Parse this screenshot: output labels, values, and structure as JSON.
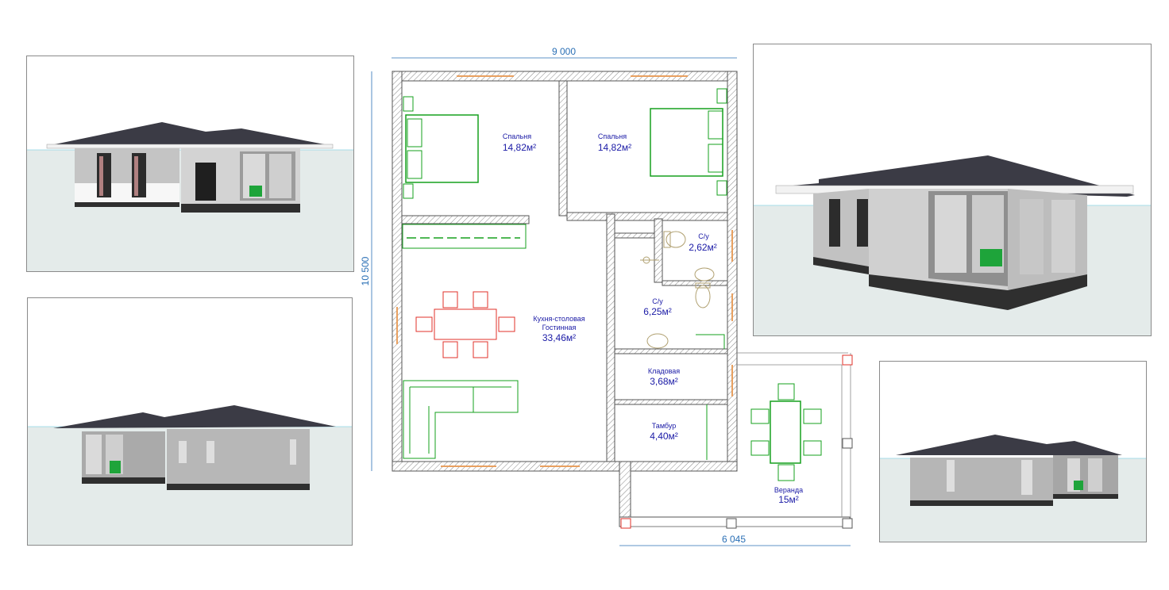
{
  "dimensions": {
    "width": "9 000",
    "height": "10 500",
    "veranda_width": "6 045"
  },
  "rooms": [
    {
      "name": "Спальня",
      "area": "14,82м²"
    },
    {
      "name": "Спальня",
      "area": "14,82м²"
    },
    {
      "name": "С/у",
      "area": "2,62м²"
    },
    {
      "name": "С/у",
      "area": "6,25м²"
    },
    {
      "name_line1": "Кухня-столовая",
      "name_line2": "Гостинная",
      "area": "33,46м²"
    },
    {
      "name": "Кладовая",
      "area": "3,68м²"
    },
    {
      "name": "Тамбур",
      "area": "4,40м²"
    },
    {
      "name": "Веранда",
      "area": "15м²"
    }
  ],
  "colors": {
    "walls": "#555555",
    "furniture": "#16a01e",
    "dining": "#e0312a",
    "windows": "#e8a060",
    "dimension": "#2a6fb5",
    "labels": "#1a1aa6",
    "roof": "#3b3b45"
  }
}
